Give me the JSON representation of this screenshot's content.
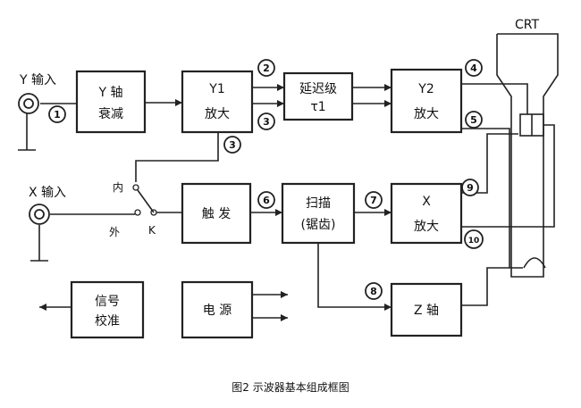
{
  "blocks": {
    "y_atten": [
      "Y 轴",
      "衰减"
    ],
    "y1_amp": [
      "Y1",
      "放大"
    ],
    "delay": [
      "延迟级",
      "τ1"
    ],
    "y2_amp": [
      "Y2",
      "放大"
    ],
    "trigger": [
      "触 发"
    ],
    "sweep": [
      "扫描",
      "(锯齿)"
    ],
    "x_amp": [
      "X",
      "放大"
    ],
    "z_axis": [
      "Z 轴"
    ],
    "cal": [
      "信号",
      "校准"
    ],
    "power": [
      "电 源"
    ]
  },
  "labels": {
    "y_input": "Y 输入",
    "x_input": "X 输入",
    "crt": "CRT",
    "internal": "内",
    "external": "外",
    "switch": "K"
  },
  "nodes": [
    "1",
    "2",
    "3",
    "3",
    "4",
    "5",
    "6",
    "7",
    "8",
    "9",
    "10"
  ],
  "caption": "图2  示波器基本组成框图"
}
